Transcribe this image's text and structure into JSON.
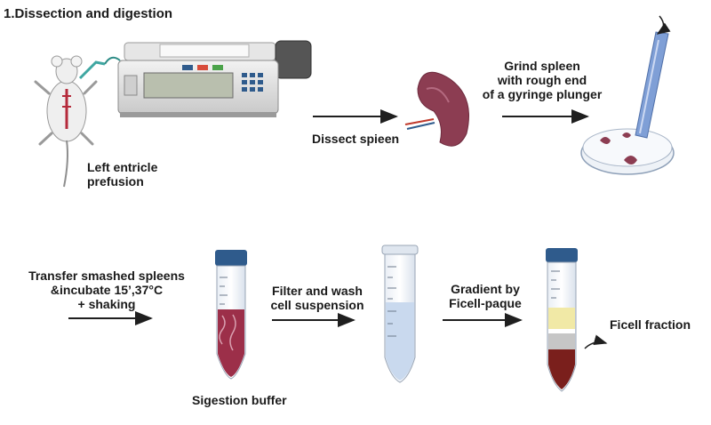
{
  "title": "1.Dissection and digestion",
  "steps": {
    "perfusion": {
      "lines": [
        "Left entricle",
        "prefusion"
      ]
    },
    "dissect": {
      "label": "Dissect spieen"
    },
    "grind": {
      "lines": [
        "Grind spleen",
        "with rough end",
        "of a gyringe plunger"
      ]
    },
    "transfer": {
      "lines": [
        "Transfer smashed spleens",
        "&incubate 15’,37°C",
        "+ shaking"
      ]
    },
    "digestion_tube": {
      "label": "Sigestion buffer"
    },
    "filter": {
      "lines": [
        "Filter and wash",
        "cell suspension"
      ]
    },
    "gradient": {
      "lines": [
        "Gradient by",
        "Ficell-paque"
      ]
    },
    "fraction": {
      "label": "Ficell fraction"
    }
  },
  "colors": {
    "arrow": "#1f1f1f",
    "spleen": "#8c3d52",
    "tube_cap_blue": "#2f5b8c",
    "digest_liquid": "#9c2f49",
    "wash_liquid": "#c9d9ee",
    "ficoll_plasma": "#f1e9a6",
    "ficoll_red": "#7a1f1c"
  },
  "icons": [
    "mouse-icon",
    "syringe-pump-icon",
    "spleen-icon",
    "petri-dish-plunger-icon",
    "digestion-tube-icon",
    "wash-tube-icon",
    "ficoll-tube-icon"
  ]
}
